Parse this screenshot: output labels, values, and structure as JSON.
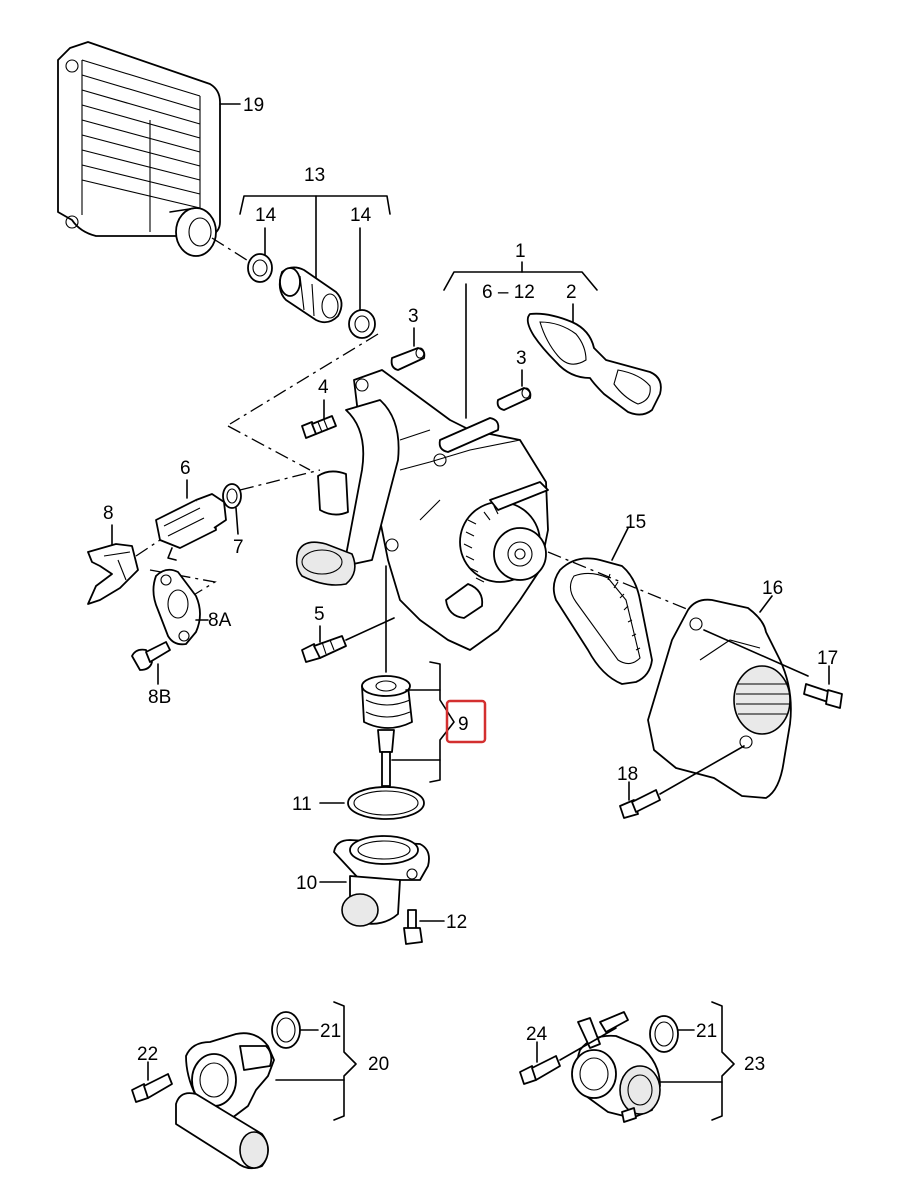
{
  "diagram": {
    "highlight_color": "#d32f2f",
    "labels": {
      "l1": "1",
      "l2": "2",
      "l3a": "3",
      "l3b": "3",
      "l4": "4",
      "l5": "5",
      "l6": "6",
      "l6_12": "6 – 12",
      "l7": "7",
      "l8": "8",
      "l8A": "8A",
      "l8B": "8B",
      "l9": "9",
      "l10": "10",
      "l11": "11",
      "l12": "12",
      "l13": "13",
      "l14a": "14",
      "l14b": "14",
      "l15": "15",
      "l16": "16",
      "l17": "17",
      "l18": "18",
      "l19": "19",
      "l20": "20",
      "l21a": "21",
      "l21b": "21",
      "l22": "22",
      "l23": "23",
      "l24": "24"
    }
  }
}
